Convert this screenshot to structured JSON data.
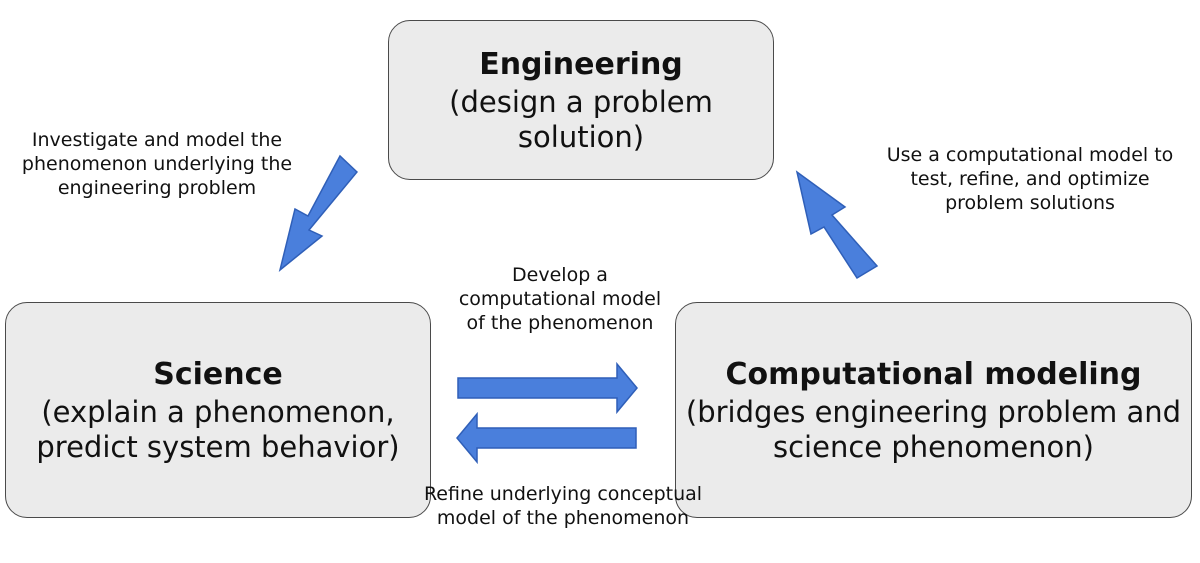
{
  "nodes": {
    "engineering": {
      "title": "Engineering",
      "subtitle": "(design a problem solution)"
    },
    "science": {
      "title": "Science",
      "subtitle": "(explain a phenomenon, predict system behavior)"
    },
    "computational": {
      "title": "Computational modeling",
      "subtitle": "(bridges engineering problem and science phenomenon)"
    }
  },
  "edges": {
    "engineering_to_science": "Investigate and model the phenomenon underlying the engineering problem",
    "computational_to_engineering": "Use a computational model to test, refine, and optimize problem solutions",
    "science_to_computational": "Develop a computational model of the phenomenon",
    "computational_to_science": "Refine underlying conceptual model of the phenomenon"
  },
  "colors": {
    "arrow_fill": "#4a7fdc",
    "arrow_stroke": "#2f5fb8",
    "box_fill": "#ebebeb",
    "box_border": "#4a4a4a"
  }
}
